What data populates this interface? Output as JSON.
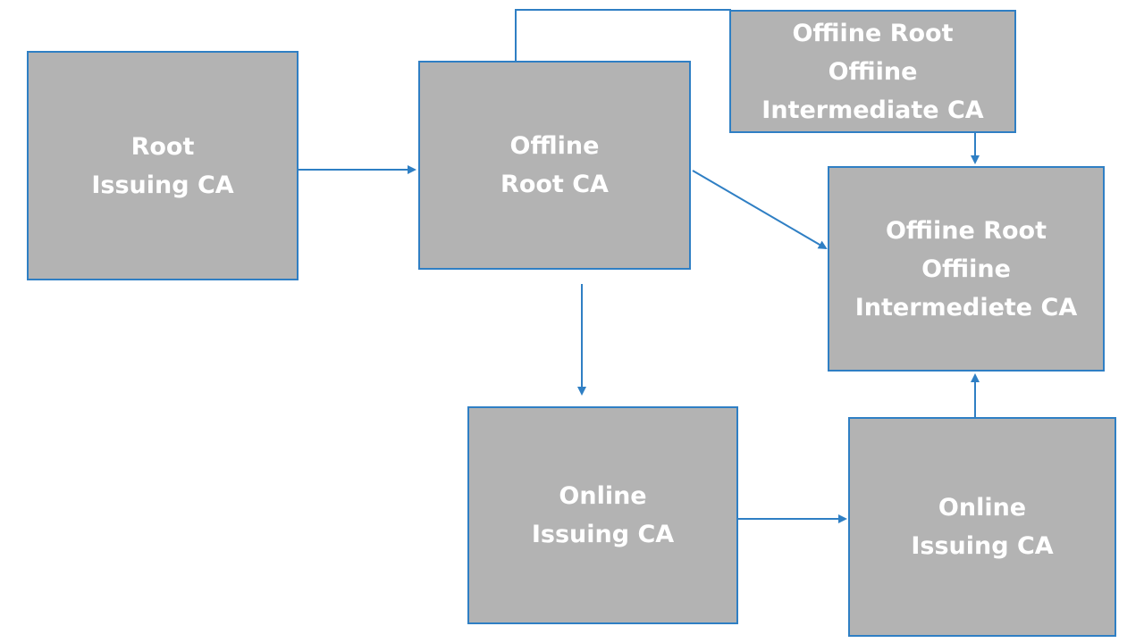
{
  "colors": {
    "box_fill": "#b3b3b3",
    "box_border": "#2f7fc4",
    "connector": "#2f7fc4",
    "text": "#ffffff"
  },
  "nodes": {
    "root_issuing_ca": {
      "lines": [
        "Root",
        "Issuing CA"
      ]
    },
    "offline_root_ca": {
      "lines": [
        "Offline",
        "Root CA"
      ]
    },
    "top_intermediate_ca": {
      "lines": [
        "Offiine Root",
        "Offiine",
        "Intermediate CA"
      ]
    },
    "mid_intermediate_ca": {
      "lines": [
        "Offiine Root",
        "Offiine",
        "Intermediete CA"
      ]
    },
    "online_issuing_ca_left": {
      "lines": [
        "Online",
        "Issuing CA"
      ]
    },
    "online_issuing_ca_right": {
      "lines": [
        "Online",
        "Issuing CA"
      ]
    }
  }
}
